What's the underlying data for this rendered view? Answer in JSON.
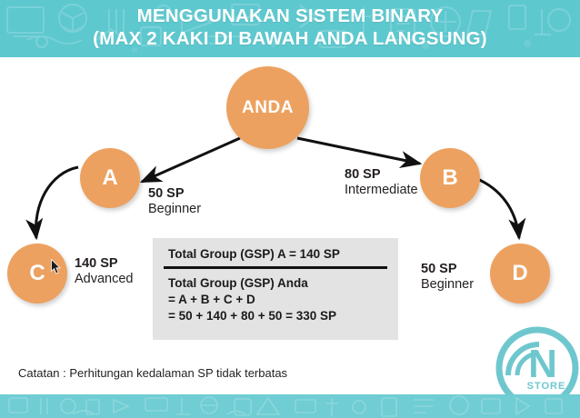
{
  "header": {
    "title_line1": "MENGGUNAKAN SISTEM BINARY",
    "title_line2": "(MAX 2 KAKI DI BAWAH ANDA LANGSUNG)",
    "background_color": "#5ec8cf",
    "text_color": "#ffffff"
  },
  "footer": {
    "background_color": "#6fcdd3"
  },
  "diagram": {
    "node_color": "#eda160",
    "node_text_color": "#ffffff",
    "edge_color": "#111111",
    "nodes": [
      {
        "id": "anda",
        "label": "ANDA"
      },
      {
        "id": "a",
        "label": "A"
      },
      {
        "id": "b",
        "label": "B"
      },
      {
        "id": "c",
        "label": "C"
      },
      {
        "id": "d",
        "label": "D"
      }
    ],
    "edge_labels": [
      {
        "id": "a",
        "amount": "50 SP",
        "tier": "Beginner"
      },
      {
        "id": "b",
        "amount": "80 SP",
        "tier": "Intermediate"
      },
      {
        "id": "c",
        "amount": "140 SP",
        "tier": "Advanced"
      },
      {
        "id": "d",
        "amount": "50 SP",
        "tier": "Beginner"
      }
    ]
  },
  "formula": {
    "heading": "Total Group (GSP) A = 140 SP",
    "line1": "Total Group (GSP) Anda",
    "line2": "= A + B + C + D",
    "line3": "= 50 + 140 + 80 + 50 = 330 SP",
    "background_color": "#e3e3e3"
  },
  "note": {
    "text": "Catatan : Perhitungan kedalaman SP tidak terbatas"
  },
  "watermark": {
    "letter": "N",
    "label": "STORE",
    "color": "#6fc7ce"
  }
}
